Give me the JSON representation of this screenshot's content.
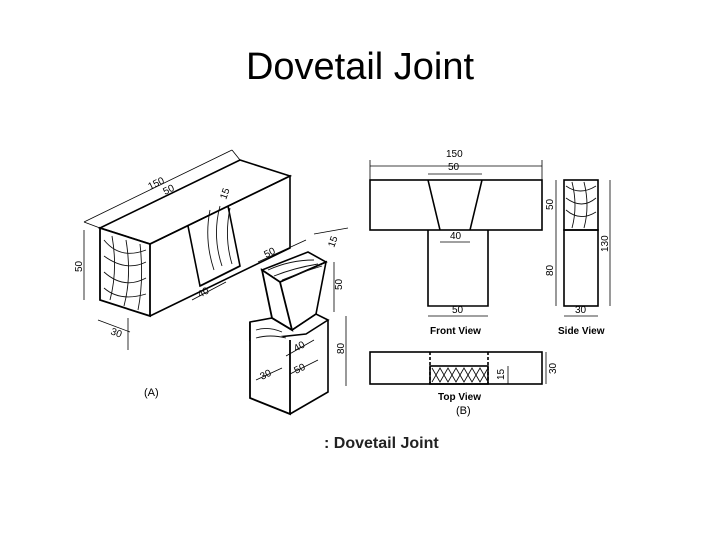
{
  "slide": {
    "title": "Dovetail Joint"
  },
  "figure": {
    "caption": ": Dovetail Joint",
    "label_a": "(A)",
    "label_b": "(B)",
    "views": {
      "front": "Front View",
      "side": "Side View",
      "top": "Top View"
    },
    "dims_iso": {
      "len_150": "150",
      "top_50": "50",
      "slot_15": "15",
      "height_50": "50",
      "bottom_40": "40",
      "width_30": "30",
      "tenon_50": "50",
      "tenon_15": "15",
      "tenon_h50": "50",
      "base_80": "80",
      "base_40": "40",
      "base_30": "30",
      "base_50": "50"
    },
    "dims_front": {
      "total_150": "150",
      "top_50": "50",
      "neck_40": "40",
      "bottom_50": "50"
    },
    "dims_side": {
      "top_50": "50",
      "mid_80": "80",
      "total_130": "130",
      "width_30": "30"
    },
    "dims_top": {
      "dove_15": "15",
      "depth_30": "30"
    }
  }
}
